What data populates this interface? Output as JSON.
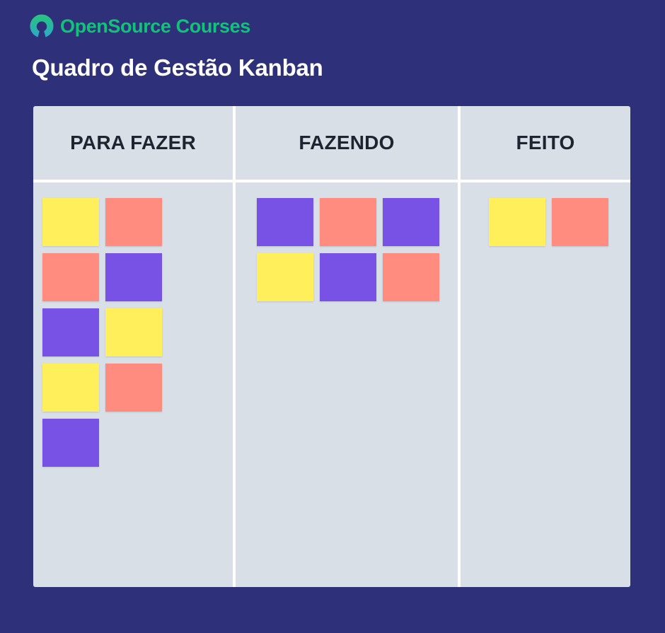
{
  "brand": {
    "name": "OpenSource Courses",
    "text_color": "#13c27a",
    "icon": "open-source-logo-icon",
    "icon_color_top": "#27c77a",
    "icon_color_bottom": "#2da7c9"
  },
  "page_title": "Quadro de Gestão Kanban",
  "colors": {
    "background": "#2e3079",
    "board": "#d8dfe6",
    "divider": "#ffffff",
    "yellow": "#ffef5a",
    "salmon": "#ff8c7e",
    "purple": "#7752e4"
  },
  "columns": [
    {
      "title": "PARA FAZER",
      "cards": [
        "yellow",
        "salmon",
        "salmon",
        "purple",
        "purple",
        "yellow",
        "yellow",
        "salmon",
        "purple"
      ]
    },
    {
      "title": "FAZENDO",
      "cards": [
        "purple",
        "salmon",
        "purple",
        "yellow",
        "purple",
        "salmon"
      ]
    },
    {
      "title": "FEITO",
      "cards": [
        "yellow",
        "salmon"
      ]
    }
  ]
}
